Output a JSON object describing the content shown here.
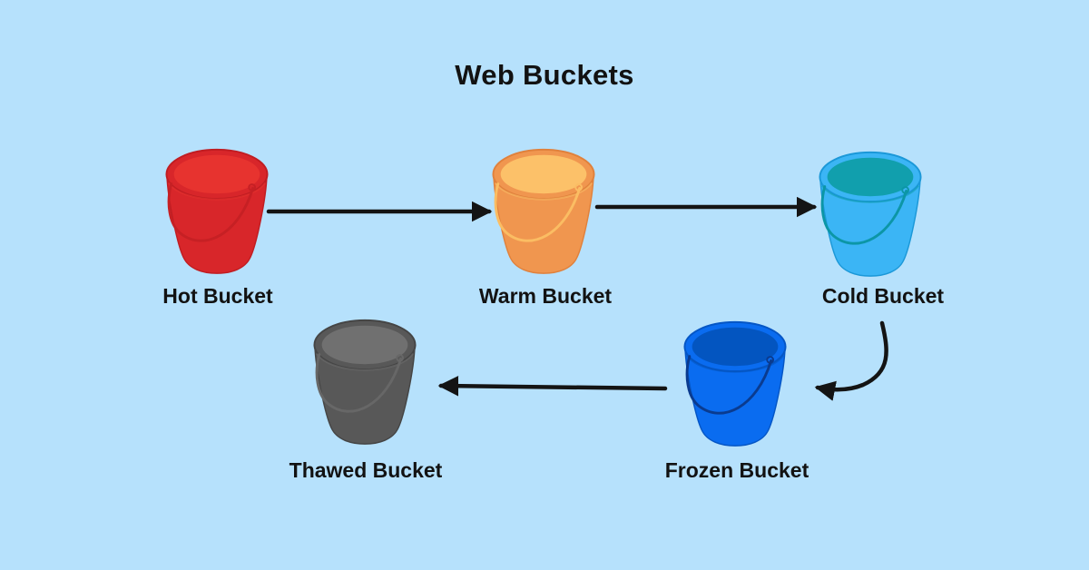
{
  "title": "Web Buckets",
  "theme": {
    "background": "#b6e1fc",
    "text": "#121212",
    "arrow": "#141414"
  },
  "buckets": [
    {
      "id": "hot",
      "label": "Hot Bucket",
      "colors": {
        "body": "#d8262a",
        "interior": "#e7332f",
        "outline": "#c01d22",
        "handle": "#c62024"
      }
    },
    {
      "id": "warm",
      "label": "Warm Bucket",
      "colors": {
        "body": "#f0964f",
        "interior": "#fcc169",
        "outline": "#e0813c",
        "handle": "#fbbd63"
      }
    },
    {
      "id": "cold",
      "label": "Cold Bucket",
      "colors": {
        "body": "#3bb5f5",
        "interior": "#119fad",
        "outline": "#1b98d8",
        "handle": "#0c96a6"
      }
    },
    {
      "id": "frozen",
      "label": "Frozen Bucket",
      "colors": {
        "body": "#0a6cf0",
        "interior": "#0355c0",
        "outline": "#0556c5",
        "handle": "#0a3b8f"
      }
    },
    {
      "id": "thawed",
      "label": "Thawed Bucket",
      "colors": {
        "body": "#585858",
        "interior": "#707070",
        "outline": "#454545",
        "handle": "#676767"
      }
    }
  ],
  "flow": [
    {
      "from": "Hot Bucket",
      "to": "Warm Bucket"
    },
    {
      "from": "Warm Bucket",
      "to": "Cold Bucket"
    },
    {
      "from": "Cold Bucket",
      "to": "Frozen Bucket"
    },
    {
      "from": "Frozen Bucket",
      "to": "Thawed Bucket"
    }
  ]
}
